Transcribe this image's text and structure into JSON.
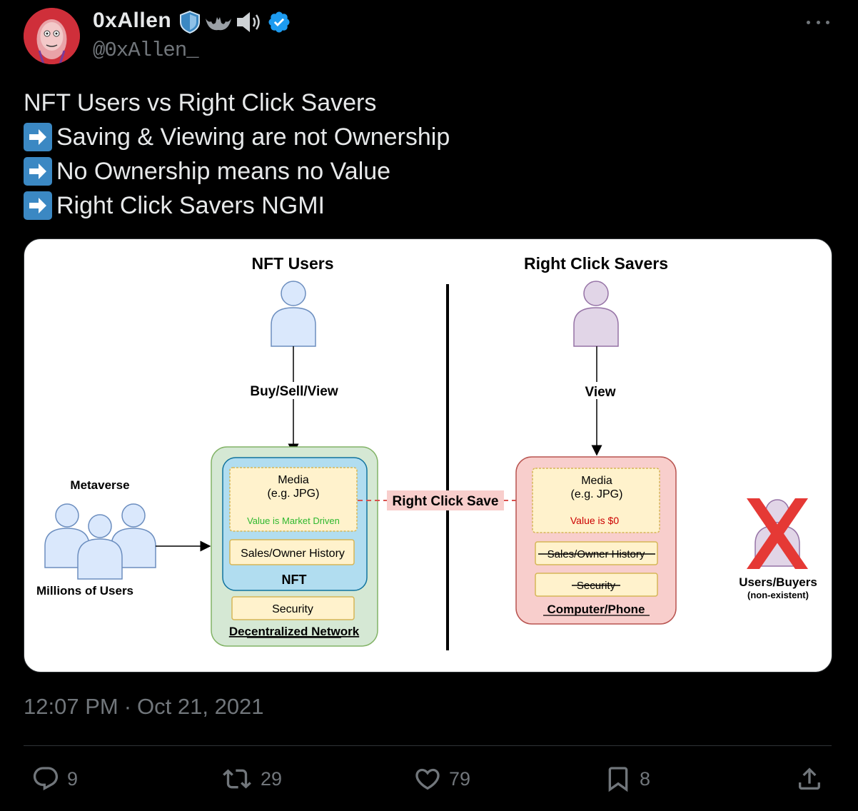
{
  "author": {
    "display_name": "0xAllen",
    "handle": "@0xAllen_",
    "badges": [
      "shield-icon",
      "bat-icon",
      "speaker-icon",
      "verified-icon"
    ]
  },
  "tweet": {
    "lines": [
      "NFT Users vs Right Click Savers",
      "Saving & Viewing are not Ownership",
      "No Ownership means no Value",
      "Right Click Savers NGMI"
    ],
    "bullet_icon": "right-arrow-emoji"
  },
  "diagram": {
    "left_title": "NFT Users",
    "right_title": "Right Click Savers",
    "left_edge_label": "Buy/Sell/View",
    "right_edge_label": "View",
    "metaverse_label": "Metaverse",
    "millions_label": "Millions of Users",
    "nft_media": "Media",
    "nft_media_sub": "(e.g. JPG)",
    "nft_value": "Value is Market Driven",
    "nft_history": "Sales/Owner History",
    "nft_label": "NFT",
    "nft_security": "Security",
    "nft_network": "Decentralized Network",
    "rc_save_label": "Right Click Save",
    "rc_media": "Media",
    "rc_media_sub": "(e.g. JPG)",
    "rc_value": "Value is $0",
    "rc_history": "Sales/Owner History",
    "rc_security": "Security",
    "rc_device": "Computer/Phone",
    "buyers_label": "Users/Buyers",
    "buyers_sub": "(non-existent)",
    "colors": {
      "user_blue": "#dae8fc",
      "user_purple": "#e1d5e7",
      "network_green": "#d5e8d4",
      "nft_teal": "#b1ddf0",
      "media_yellow": "#fff2cc",
      "device_red": "#f8cecc",
      "value_green": "#2eb82e",
      "value_red": "#cc0000",
      "cross_red": "#e53935"
    }
  },
  "meta": {
    "time": "12:07 PM",
    "separator": "·",
    "date": "Oct 21, 2021"
  },
  "actions": {
    "replies": "9",
    "reposts": "29",
    "likes": "79",
    "bookmarks": "8"
  },
  "theme": {
    "background": "#000000",
    "text": "#e7e9ea",
    "muted": "#71767b",
    "accent": "#1d9bf0"
  }
}
